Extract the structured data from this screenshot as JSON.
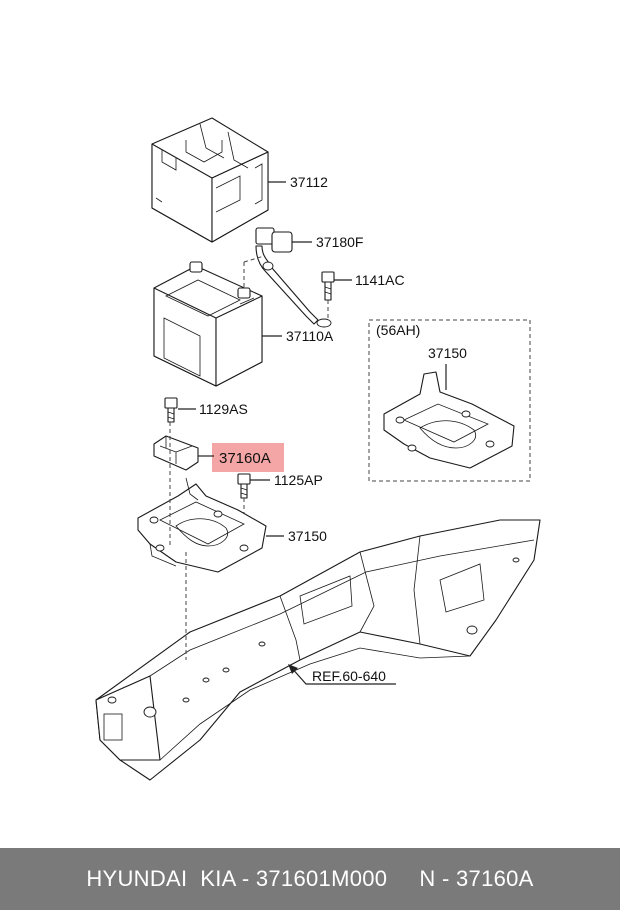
{
  "labels": {
    "tray_cover": "37112",
    "cable": "37180F",
    "bolt_1141": "1141AC",
    "battery": "37110A",
    "bolt_1129": "1129AS",
    "clamp": "37160A",
    "bolt_1125": "1125AP",
    "tray": "37150",
    "variant_title": "(56AH)",
    "variant_tray": "37150",
    "ref": "REF.60-640"
  },
  "highlight_color": "#f4a5a5",
  "footer": {
    "text": "HYUNDAI  KIA - 371601M000     N - 37160A"
  }
}
